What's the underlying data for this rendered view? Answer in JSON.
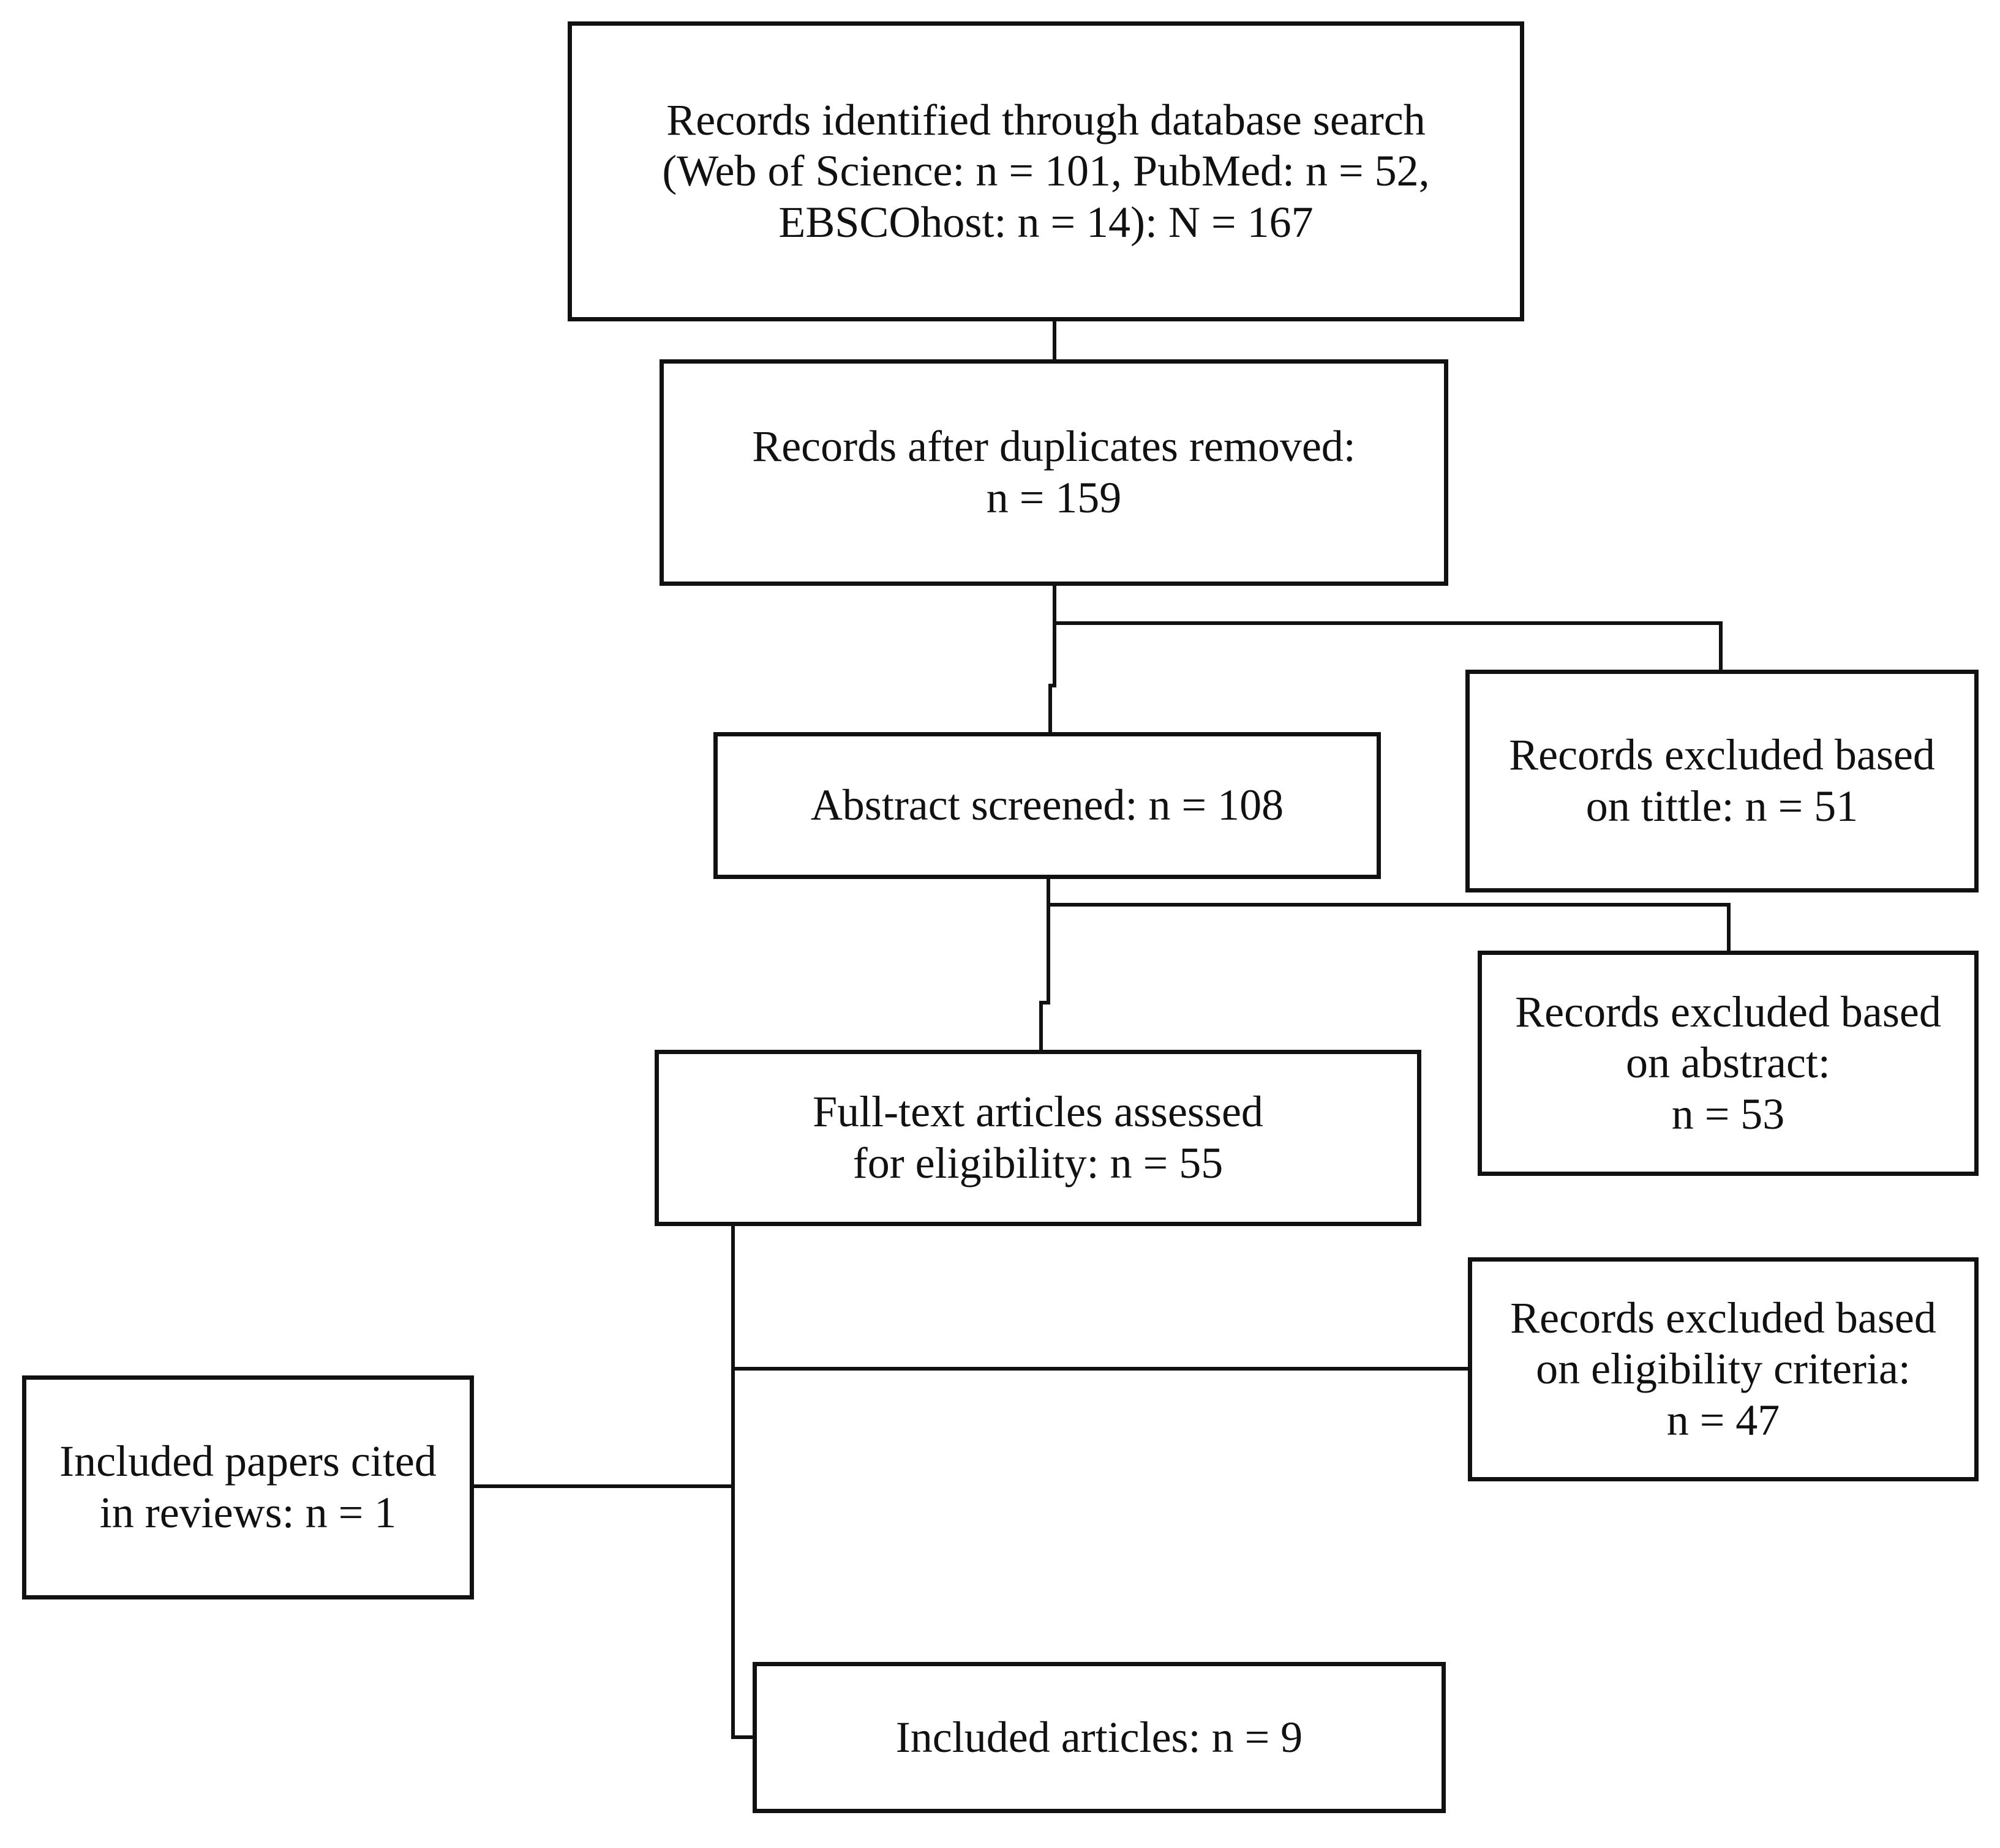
{
  "diagram": {
    "nodes": [
      {
        "id": "identified",
        "lines": [
          "Records identified through database search",
          "(Web of Science: n = 101, PubMed: n = 52,",
          "EBSCOhost: n = 14): N = 167"
        ]
      },
      {
        "id": "duplicates",
        "lines": [
          "Records after duplicates removed:",
          "n = 159"
        ]
      },
      {
        "id": "abstract",
        "lines": [
          "Abstract screened: n = 108"
        ]
      },
      {
        "id": "excl_title",
        "lines": [
          "Records excluded based",
          "on tittle: n = 51"
        ]
      },
      {
        "id": "excl_abstract",
        "lines": [
          "Records excluded based",
          "on abstract:",
          "n = 53"
        ]
      },
      {
        "id": "fulltext",
        "lines": [
          "Full-text articles assessed",
          "for eligibility:  n = 55"
        ]
      },
      {
        "id": "excl_elig",
        "lines": [
          "Records excluded based",
          "on eligibility  criteria:",
          "n = 47"
        ]
      },
      {
        "id": "cited",
        "lines": [
          "Included papers cited",
          "in reviews: n = 1"
        ]
      },
      {
        "id": "included",
        "lines": [
          "Included articles: n = 9"
        ]
      }
    ],
    "edges": [
      {
        "from": "identified",
        "to": "duplicates"
      },
      {
        "from": "duplicates",
        "to": "abstract"
      },
      {
        "from": "duplicates",
        "to": "excl_title"
      },
      {
        "from": "abstract",
        "to": "fulltext"
      },
      {
        "from": "abstract",
        "to": "excl_abstract"
      },
      {
        "from": "fulltext",
        "to": "excl_elig"
      },
      {
        "from": "cited",
        "to": "included"
      },
      {
        "from": "fulltext",
        "to": "included"
      }
    ],
    "line_color": "#111111",
    "box_border_color": "#111111",
    "background_color": "#ffffff"
  }
}
